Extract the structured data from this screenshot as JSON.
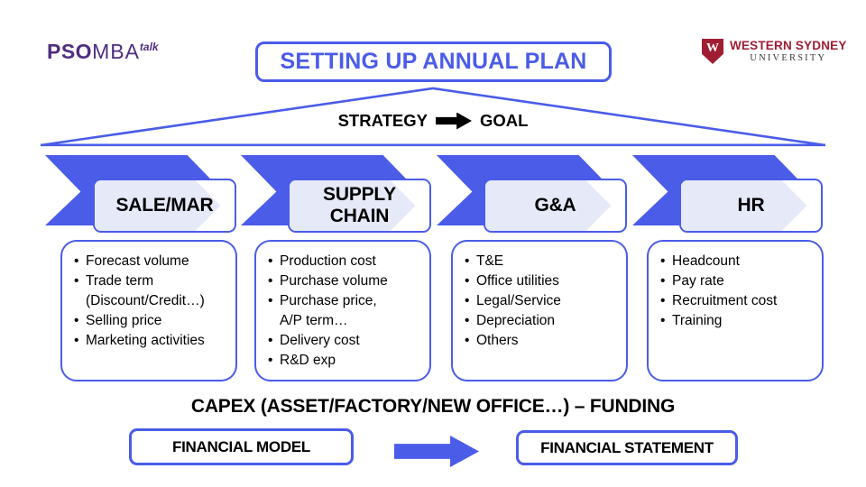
{
  "slide": {
    "title": "SETTING UP ANNUAL PLAN",
    "roof": {
      "strategy": "STRATEGY",
      "goal": "GOAL"
    },
    "capex": "CAPEX (ASSET/FACTORY/NEW OFFICE…) – FUNDING",
    "flow": {
      "from": "FINANCIAL MODEL",
      "to": "FINANCIAL STATEMENT"
    }
  },
  "branding": {
    "pso": {
      "bold": "PSO",
      "mid": "MBA",
      "sup": "talk"
    },
    "wsu": {
      "shield_letter": "W",
      "name": "WESTERN SYDNEY",
      "sub": "UNIVERSITY"
    }
  },
  "columns": [
    {
      "header": "SALE/MAR",
      "items": [
        "Forecast volume",
        "Trade term\n(Discount/Credit…)",
        "Selling price",
        "Marketing activities"
      ]
    },
    {
      "header": "SUPPLY CHAIN",
      "items": [
        "Production cost",
        "Purchase volume",
        "Purchase price,\nA/P term…",
        "Delivery cost",
        "R&D exp"
      ]
    },
    {
      "header": "G&A",
      "items": [
        "T&E",
        "Office utilities",
        "Legal/Service",
        "Depreciation",
        "Others"
      ]
    },
    {
      "header": "HR",
      "items": [
        "Headcount",
        "Pay rate",
        "Recruitment cost",
        "Training"
      ]
    }
  ],
  "icons": {
    "strategy_goal_arrow": "right-arrow-icon",
    "flow_arrow": "right-arrow-icon"
  },
  "colors": {
    "accent_blue": "#4A5CE8",
    "light_chevron": "#E6E9F8",
    "pso_purple": "#4F2D7F",
    "wsu_crimson": "#A01C33",
    "text": "#000000"
  }
}
